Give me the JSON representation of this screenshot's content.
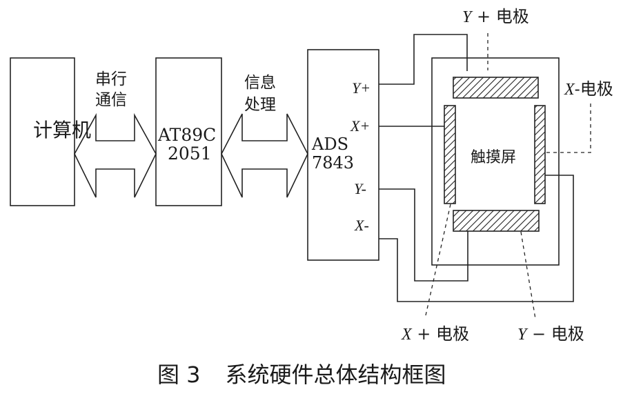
{
  "blocks": {
    "computer": "计算机",
    "mcu": [
      "AT89C",
      "2051"
    ],
    "adc": [
      "ADS",
      "7843"
    ],
    "touchscreen": "触摸屏"
  },
  "links": {
    "serial": [
      "串行",
      "通信"
    ],
    "processing": [
      "信息",
      "处理"
    ]
  },
  "pins": {
    "y_plus": "Y+",
    "x_plus": "X+",
    "y_minus": "Y-",
    "x_minus": "X-"
  },
  "electrodes": {
    "y_plus": {
      "var": "Y",
      "sign": " + ",
      "name": "电极"
    },
    "x_minus": {
      "var": "X",
      "sign": "-",
      "name": "电极"
    },
    "x_plus": {
      "var": "X",
      "sign": " + ",
      "name": "电极"
    },
    "y_minus": {
      "var": "Y",
      "sign": " − ",
      "name": "电极"
    }
  },
  "caption": {
    "number": "图 3",
    "title": "系统硬件总体结构框图"
  }
}
